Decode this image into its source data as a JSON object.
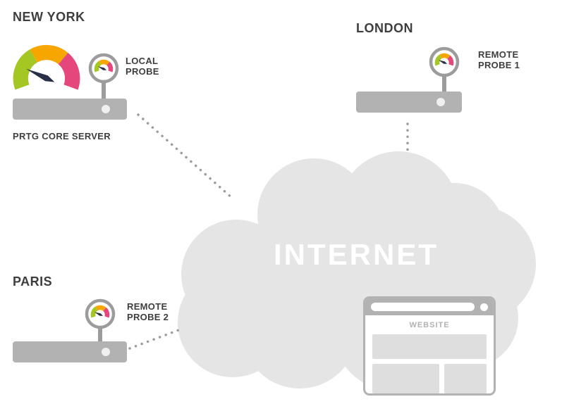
{
  "colors": {
    "text": "#3e3e3e",
    "server_gray": "#b2b2b2",
    "server_dot": "#f0f0f0",
    "cloud_gray": "#e5e5e5",
    "gauge_green": "#a5c724",
    "gauge_orange": "#f7a600",
    "gauge_pink": "#e5467c",
    "needle": "#283048",
    "ring_gray": "#9c9c9c",
    "dot_line": "#9c9c9c",
    "website_block": "#dedede"
  },
  "icons": {
    "core_gauge": "speedometer-gauge-icon",
    "probe_gauge": "probe-gauge-icon",
    "server": "server-bar",
    "cloud": "internet-cloud",
    "browser": "website-window"
  },
  "nodes": {
    "new_york": {
      "city": "NEW YORK",
      "probe_line1": "LOCAL",
      "probe_line2": "PROBE",
      "server_label": "PRTG CORE SERVER"
    },
    "london": {
      "city": "LONDON",
      "probe_line1": "REMOTE",
      "probe_line2": "PROBE 1"
    },
    "paris": {
      "city": "PARIS",
      "probe_line1": "REMOTE",
      "probe_line2": "PROBE 2"
    }
  },
  "cloud": {
    "label": "INTERNET"
  },
  "website": {
    "label": "WEBSITE"
  }
}
